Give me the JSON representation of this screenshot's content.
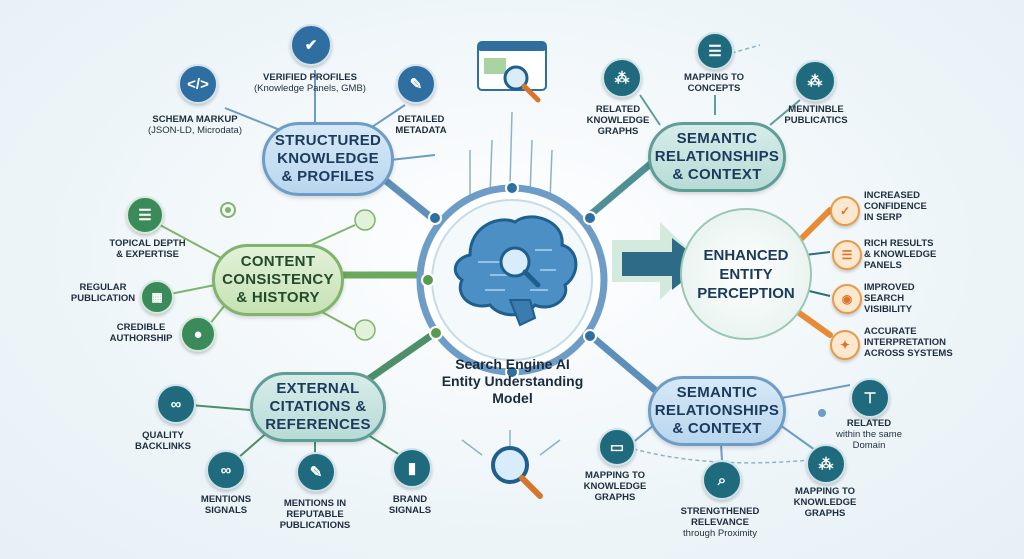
{
  "center": {
    "title_lines": [
      "Search Engine AI",
      "Entity Understanding",
      "Model"
    ]
  },
  "hubs": {
    "structured": [
      "STRUCTURED",
      "KNOWLEDGE",
      "& PROFILES"
    ],
    "content": [
      "CONTENT",
      "CONSISTENCY",
      "& HISTORY"
    ],
    "external": [
      "EXTERNAL",
      "CITATIONS &",
      "REFERENCES"
    ],
    "semantic_top": [
      "SEMANTIC",
      "RELATIONSHIPS",
      "& CONTEXT"
    ],
    "semantic_bottom": [
      "SEMANTIC",
      "RELATIONSHIPS",
      "& CONTEXT"
    ],
    "enhanced": [
      "ENHANCED",
      "ENTITY",
      "PERCEPTION"
    ]
  },
  "structured_items": {
    "verified": {
      "title": "VERIFIED PROFILES",
      "sub": "(Knowledge Panels, GMB)",
      "icon": "verified-user-icon"
    },
    "schema": {
      "title": "SCHEMA MARKUP",
      "sub": "(JSON-LD, Microdata)",
      "icon": "code-icon"
    },
    "metadata": {
      "title_lines": [
        "DETAILED",
        "METADATA"
      ],
      "icon": "document-edit-icon"
    }
  },
  "content_items": {
    "topical": {
      "title": "TOPICAL DEPTH",
      "title2": "& EXPERTISE",
      "icon": "document-icon"
    },
    "regular": {
      "title": "REGULAR",
      "title2": "PUBLICATION",
      "icon": "calendar-icon"
    },
    "credible": {
      "title": "CREDIBLE",
      "title2": "AUTHORSHIP",
      "icon": "author-icon"
    }
  },
  "external_items": {
    "quality": {
      "title": "QUALITY",
      "title2": "BACKLINKS",
      "icon": "link-icon"
    },
    "mentions": {
      "title": "MENTIONS",
      "title2": "SIGNALS",
      "icon": "link-icon"
    },
    "reputable": {
      "lines": [
        "MENTIONS IN",
        "REPUTABLE",
        "PUBLICATIONS"
      ],
      "icon": "document-edit-icon"
    },
    "brand": {
      "title": "BRAND",
      "title2": "SIGNALS",
      "icon": "bar-chart-icon"
    }
  },
  "semantic_top_items": {
    "related": {
      "lines": [
        "RELATED",
        "KNOWLEDGE",
        "GRAPHS"
      ],
      "icon": "network-icon"
    },
    "mapping": {
      "lines": [
        "MAPPING TO",
        "CONCEPTS"
      ],
      "icon": "document-icon"
    },
    "mentible": {
      "lines": [
        "MENTINBLE",
        "PUBLICATICS"
      ],
      "icon": "network-icon"
    }
  },
  "semantic_bottom_items": {
    "related": {
      "title": "RELATED",
      "sub_lines": [
        "within the same",
        "Domain"
      ],
      "icon": "hierarchy-icon"
    },
    "mapping_left": {
      "lines": [
        "MAPPING TO",
        "KNOWLEDGE",
        "GRAPHS"
      ],
      "icon": "chat-icon"
    },
    "strength": {
      "lines": [
        "STRENGTHENED",
        "RELEVANCE"
      ],
      "sub": "through Proximity",
      "icon": "search-icon"
    },
    "mapping_right": {
      "lines": [
        "MAPPING TO",
        "KNOWLEDGE",
        "GRAPHS"
      ],
      "icon": "network-icon"
    }
  },
  "outcomes": [
    {
      "lines": [
        "INCREASED",
        "CONFIDENCE",
        "IN SERP"
      ],
      "icon": "shield-check-icon"
    },
    {
      "lines": [
        "RICH RESULTS",
        "& KNOWLEDGE",
        "PANELS"
      ],
      "icon": "document-icon"
    },
    {
      "lines": [
        "IMPROVED",
        "SEARCH",
        "VISIBILITY"
      ],
      "icon": "eye-icon"
    },
    {
      "lines": [
        "ACCURATE",
        "INTERPRETATION",
        "ACROSS SYSTEMS"
      ],
      "icon": "lightbulb-icon"
    }
  ],
  "colors": {
    "blue": "#6d9cc6",
    "green": "#7fb46a",
    "teal": "#5f9d97",
    "orange": "#e98b34",
    "dark": "#1f6b7d"
  }
}
